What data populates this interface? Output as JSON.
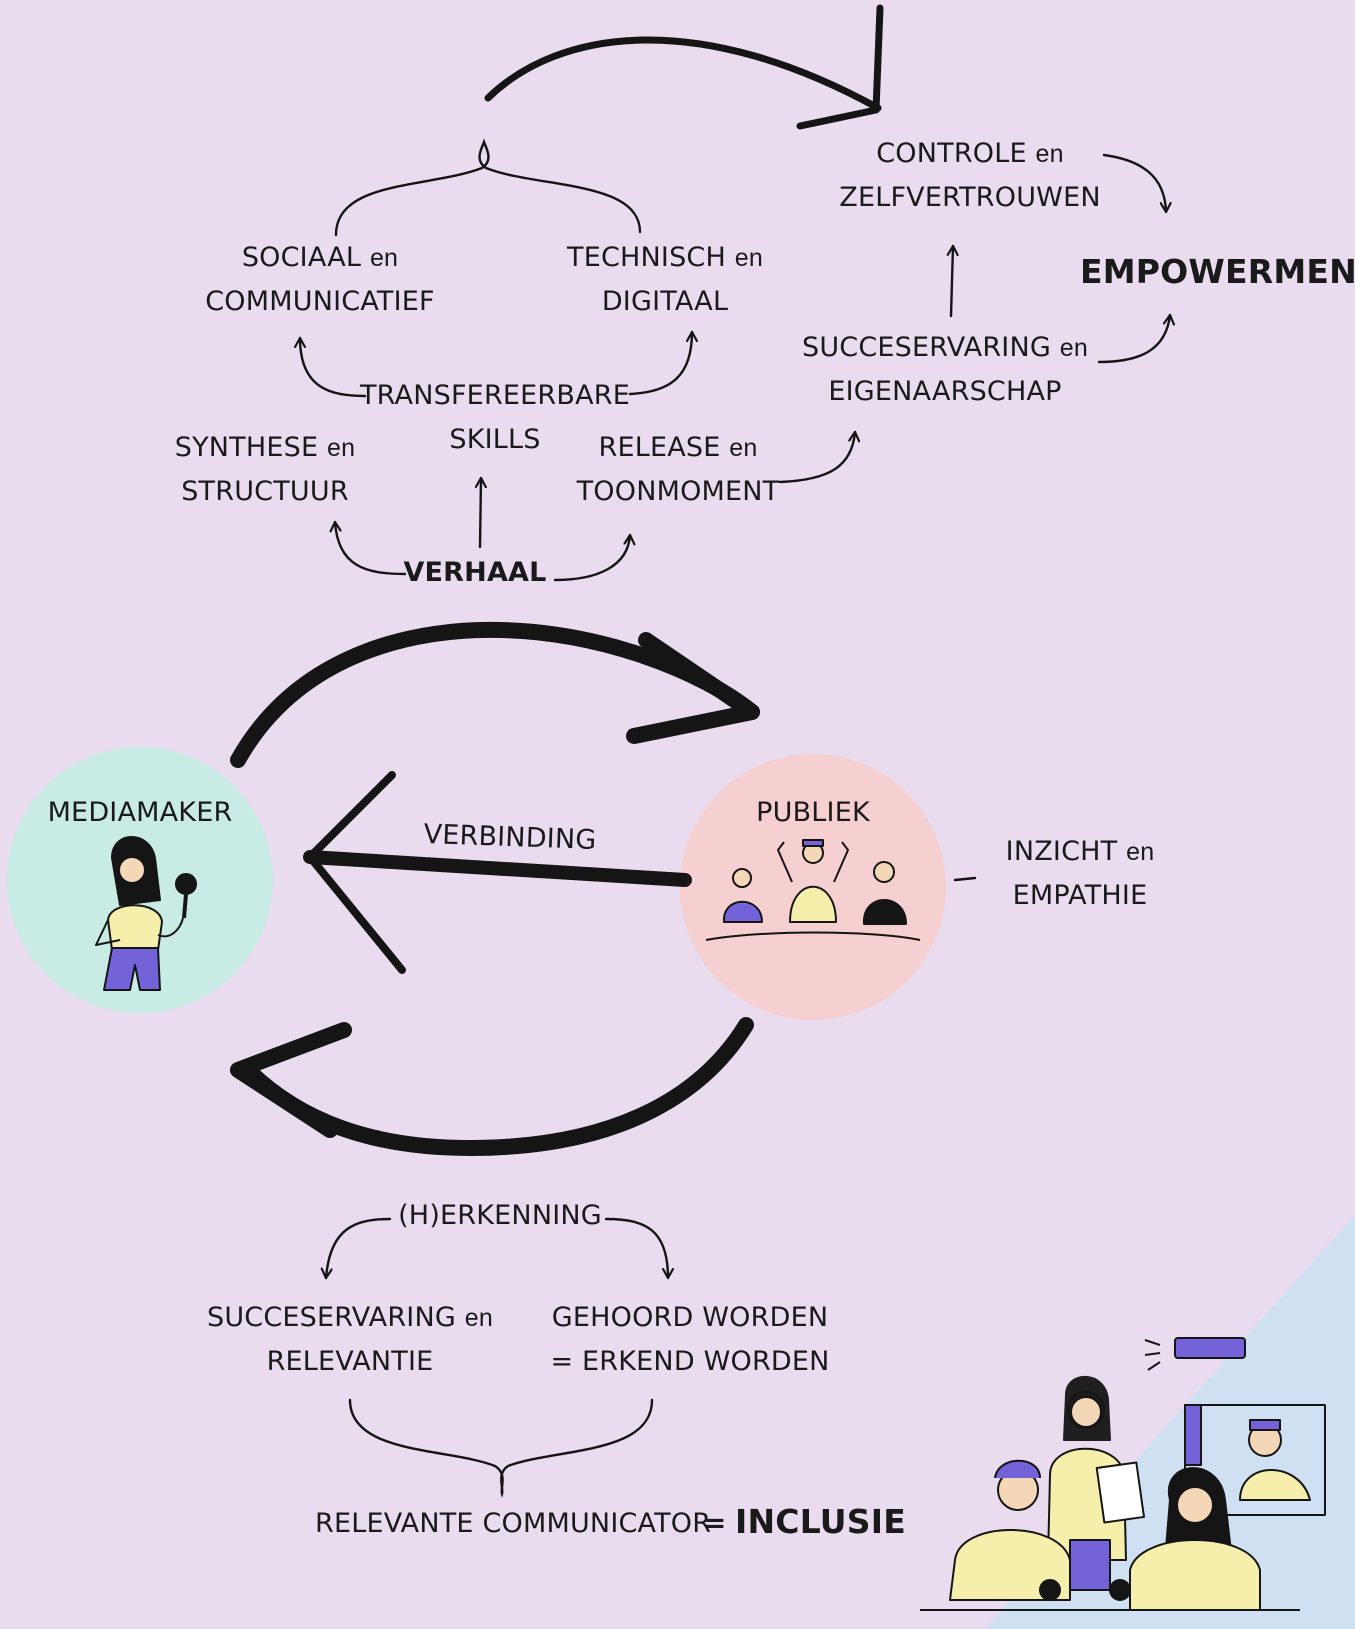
{
  "nodes": {
    "controle": {
      "line1": "CONTROLE",
      "en": "en",
      "line2": "ZELFVERTROUWEN"
    },
    "empowerment": "EMPOWERMENT",
    "sociaal": {
      "line1": "SOCIAAL",
      "en": "en",
      "line2": "COMMUNICATIEF"
    },
    "technisch": {
      "line1": "TECHNISCH",
      "en": "en",
      "line2": "DIGITAAL"
    },
    "succes_eigen": {
      "line1": "SUCCESERVARING",
      "en": "en",
      "line2": "EIGENAARSCHAP"
    },
    "transfer": {
      "line1": "TRANSFEREERBARE",
      "line2": "SKILLS"
    },
    "synthese": {
      "line1": "SYNTHESE",
      "en": "en",
      "line2": "STRUCTUUR"
    },
    "release": {
      "line1": "RELEASE",
      "en": "en",
      "line2": "TOONMOMENT"
    },
    "verhaal": "VERHAAL",
    "mediamaker": "MEDIAMAKER",
    "publiek": "PUBLIEK",
    "verbinding": "VERBINDING",
    "inzicht": {
      "line1": "INZICHT",
      "en": "en",
      "line2": "EMPATHIE"
    },
    "herkenning": "(H)ERKENNING",
    "succes_relevantie": {
      "line1": "SUCCESERVARING",
      "en": "en",
      "line2": "RELEVANTIE"
    },
    "gehoord": {
      "line1": "GEHOORD WORDEN",
      "line2": "= ERKEND WORDEN"
    },
    "communicator": "RELEVANTE COMMUNICATOR",
    "equals": "=",
    "inclusie": "INCLUSIE"
  },
  "colors": {
    "background": "#e8dcee",
    "mediamaker_circle": "#c8ebe3",
    "publiek_circle": "#f6cfd0",
    "corner": "#cfe0f3",
    "ink": "#151515",
    "accent_purple": "#7462d8",
    "accent_yellow": "#f6efab"
  },
  "icons": [
    "mediamaker-illustration",
    "publiek-illustration",
    "team-illustration"
  ]
}
